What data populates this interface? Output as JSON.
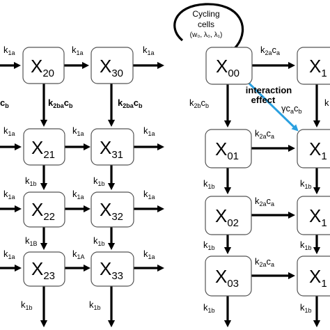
{
  "nodes": [
    {
      "id": "X20",
      "main": "X",
      "sub": "20"
    },
    {
      "id": "X30",
      "main": "X",
      "sub": "30"
    },
    {
      "id": "X21",
      "main": "X",
      "sub": "21"
    },
    {
      "id": "X31",
      "main": "X",
      "sub": "31"
    },
    {
      "id": "X22",
      "main": "X",
      "sub": "22"
    },
    {
      "id": "X32",
      "main": "X",
      "sub": "32"
    },
    {
      "id": "X23",
      "main": "X",
      "sub": "23"
    },
    {
      "id": "X33",
      "main": "X",
      "sub": "33"
    },
    {
      "id": "X00",
      "main": "X",
      "sub": "00"
    },
    {
      "id": "X10",
      "main": "X",
      "sub": "1"
    },
    {
      "id": "X01",
      "main": "X",
      "sub": "01"
    },
    {
      "id": "X11",
      "main": "X",
      "sub": "1"
    },
    {
      "id": "X02",
      "main": "X",
      "sub": "02"
    },
    {
      "id": "X12",
      "main": "X",
      "sub": "1"
    },
    {
      "id": "X03",
      "main": "X",
      "sub": "03"
    },
    {
      "id": "X13",
      "main": "X",
      "sub": "1"
    }
  ],
  "rate_labels": {
    "k1a": {
      "base": "k",
      "sub": "1a"
    },
    "k1b": {
      "base": "k",
      "sub": "1b"
    },
    "k1B": {
      "base": "k",
      "sub": "1B"
    },
    "k1A": {
      "base": "k",
      "sub": "1A"
    },
    "k2ba_cb": {
      "base": "k",
      "sub": "2ba",
      "tail": "c",
      "tail_sub": "b"
    },
    "k2b_cb": {
      "base": "k",
      "sub": "2b",
      "tail": "c",
      "tail_sub": "b"
    },
    "k2a_ca": {
      "base": "k",
      "sub": "2a",
      "tail": "c",
      "tail_sub": "a"
    },
    "partial_cb": {
      "base": "c",
      "sub": "b"
    },
    "gamma_ca_cb": {
      "base": "γc",
      "sub": "a",
      "tail": "c",
      "tail_sub": "b"
    }
  },
  "cycling": {
    "line1": "Cycling",
    "line2": "cells",
    "params": "(w₀, λ₀, λ₁)"
  },
  "interaction": {
    "line1": "interaction",
    "line2": "effect"
  },
  "colors": {
    "interaction_arrow": "#2aa0e0",
    "box_stroke": "#555555",
    "arrow": "#000000"
  }
}
